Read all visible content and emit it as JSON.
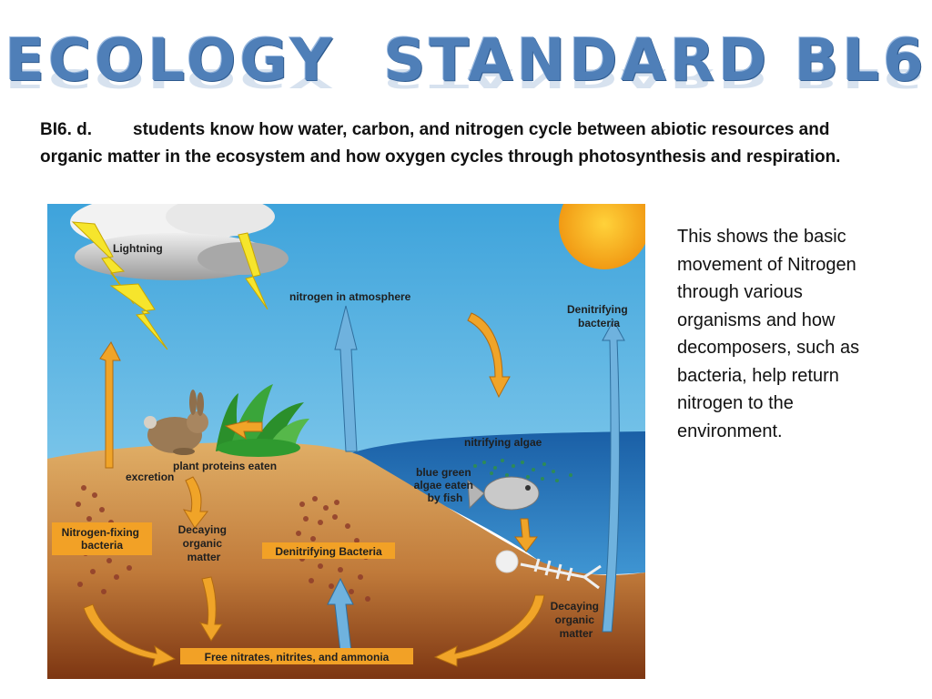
{
  "slide": {
    "title": "ECOLOGY  STANDARD BL6",
    "standard_code": "BI6. d.",
    "standard_text": "students know how water, carbon, and nitrogen cycle between abiotic resources and organic matter in the ecosystem and how oxygen cycles through photosynthesis and respiration.",
    "description": "This shows the basic movement of Nitrogen through various organisms and how decomposers, such as bacteria, help return nitrogen to the environment."
  },
  "diagram": {
    "labels": {
      "lightning": "Lightning",
      "nitrogen_atmosphere": "nitrogen in atmosphere",
      "denitrifying_bacteria_top": [
        "Denitrifying",
        "bacteria"
      ],
      "nitrifying_algae": "nitrifying algae",
      "blue_green_algae": [
        "blue green",
        "algae eaten",
        "by fish"
      ],
      "plant_proteins": "plant proteins eaten",
      "excretion": "excretion",
      "nitrogen_fixing": [
        "Nitrogen-fixing",
        "bacteria"
      ],
      "decaying_left": [
        "Decaying",
        "organic",
        "matter"
      ],
      "denitrifying_bacteria_box": "Denitrifying Bacteria",
      "decaying_right": [
        "Decaying",
        "organic",
        "matter"
      ],
      "free_nitrates": "Free nitrates, nitrites, and ammonia"
    },
    "colors": {
      "sky": "#4eaede",
      "sun": "#f4ae1a",
      "soil_top": "#d9a45a",
      "soil_bottom": "#8a3f17",
      "water": "#1f6fb4",
      "arrow_orange": "#f0a428",
      "arrow_blue": "#6fb2de",
      "label_box": "#f2a126"
    }
  }
}
